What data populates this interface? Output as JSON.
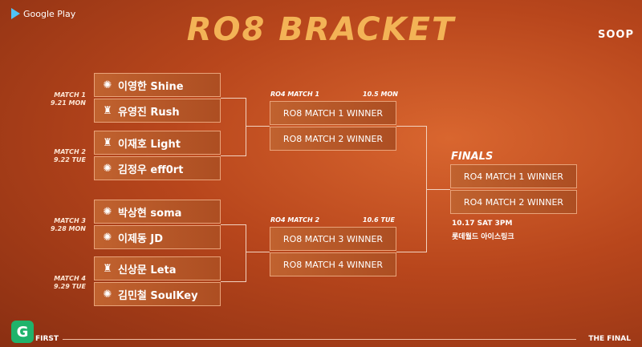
{
  "header": {
    "title": "RO8 BRACKET",
    "store": "Google Play",
    "brand": "SOOP"
  },
  "ro8": [
    {
      "label": "MATCH 1",
      "date": "9.21 MON",
      "players": [
        {
          "name": "이영한 Shine",
          "race": "zerg-icon"
        },
        {
          "name": "유영진 Rush",
          "race": "terran-icon"
        }
      ]
    },
    {
      "label": "MATCH 2",
      "date": "9.22 TUE",
      "players": [
        {
          "name": "이재호 Light",
          "race": "terran-icon"
        },
        {
          "name": "김정우 eff0rt",
          "race": "zerg-icon"
        }
      ]
    },
    {
      "label": "MATCH 3",
      "date": "9.28 MON",
      "players": [
        {
          "name": "박상현 soma",
          "race": "zerg-icon"
        },
        {
          "name": "이제동 JD",
          "race": "zerg-icon"
        }
      ]
    },
    {
      "label": "MATCH 4",
      "date": "9.29 TUE",
      "players": [
        {
          "name": "신상문 Leta",
          "race": "terran-icon"
        },
        {
          "name": "김민철 SoulKey",
          "race": "zerg-icon"
        }
      ]
    }
  ],
  "ro4": [
    {
      "label": "RO4 MATCH 1",
      "date": "10.5 MON",
      "slots": [
        "RO8 MATCH 1 WINNER",
        "RO8 MATCH 2 WINNER"
      ]
    },
    {
      "label": "RO4 MATCH 2",
      "date": "10.6 TUE",
      "slots": [
        "RO8 MATCH 3 WINNER",
        "RO8 MATCH 4 WINNER"
      ]
    }
  ],
  "finals": {
    "label": "FINALS",
    "slots": [
      "RO4 MATCH 1 WINNER",
      "RO4 MATCH 2 WINNER"
    ],
    "date": "10.17 SAT 3PM",
    "venue": "롯데월드 아이스링크"
  },
  "footer": {
    "left": "FIRST",
    "right": "THE FINAL",
    "logo_letter": "G"
  }
}
